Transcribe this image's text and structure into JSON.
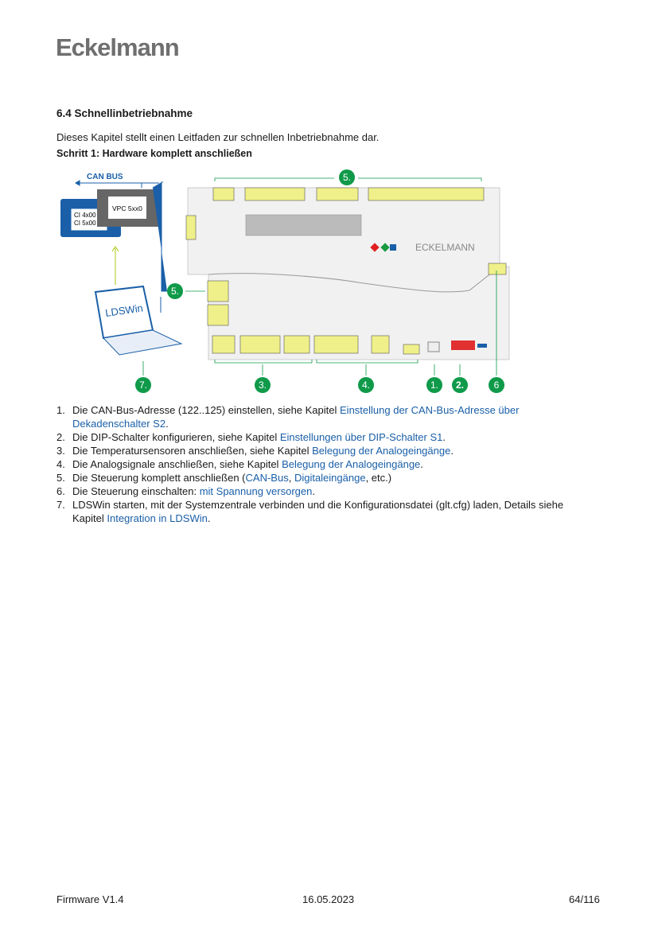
{
  "header": {
    "logo": "Eckelmann"
  },
  "section": {
    "number": "6.4",
    "title": "6.4  Schnellinbetriebnahme"
  },
  "intro": "Dieses Kapitel stellt einen Leitfaden zur schnellen Inbetriebnahme dar.",
  "step_title": "Schritt 1: Hardware komplett anschließen",
  "diagram": {
    "can_bus": "CAN BUS",
    "vpc": "VPC 5xx0",
    "ci1": "CI 4x00",
    "ci2": "CI 5x00",
    "laptop": "LDSWin",
    "brand": "ECKELMANN",
    "badges": [
      "5.",
      "5.",
      "7.",
      "3.",
      "4.",
      "1.",
      "2.",
      "6"
    ],
    "colors": {
      "green": "#0f9a4a",
      "blue": "#1a5fa8",
      "yellow": "#f0f08a"
    }
  },
  "list": [
    {
      "n": "1.",
      "parts": [
        "Die CAN-Bus-Adresse (122..125) einstellen, siehe Kapitel ",
        {
          "link": "Einstellung der CAN-Bus-Adresse über Dekadenschalter S2"
        },
        "."
      ]
    },
    {
      "n": "2.",
      "parts": [
        "Die DIP-Schalter konfigurieren, siehe Kapitel ",
        {
          "link": "Einstellungen über DIP-Schalter S1"
        },
        "."
      ]
    },
    {
      "n": "3.",
      "parts": [
        "Die Temperatursensoren anschließen, siehe Kapitel ",
        {
          "link": "Belegung der Analogeingänge"
        },
        "."
      ]
    },
    {
      "n": "4.",
      "parts": [
        "Die Analogsignale anschließen, siehe Kapitel ",
        {
          "link": "Belegung der Analogeingänge"
        },
        "."
      ]
    },
    {
      "n": "5.",
      "parts": [
        "Die Steuerung komplett anschließen (",
        {
          "link": "CAN-Bus"
        },
        ", ",
        {
          "link": "Digitaleingänge"
        },
        ", etc.)"
      ]
    },
    {
      "n": "6.",
      "parts": [
        "Die Steuerung einschalten: ",
        {
          "link": "mit Spannung versorgen"
        },
        "."
      ]
    },
    {
      "n": "7.",
      "parts": [
        "LDSWin starten, mit der Systemzentrale verbinden und die Konfigurationsdatei (glt.cfg) laden, Details siehe Kapitel ",
        {
          "link": "Integration in LDSWin"
        },
        "."
      ]
    }
  ],
  "footer": {
    "left": "Firmware V1.4",
    "center": "16.05.2023",
    "right": "64/116"
  }
}
